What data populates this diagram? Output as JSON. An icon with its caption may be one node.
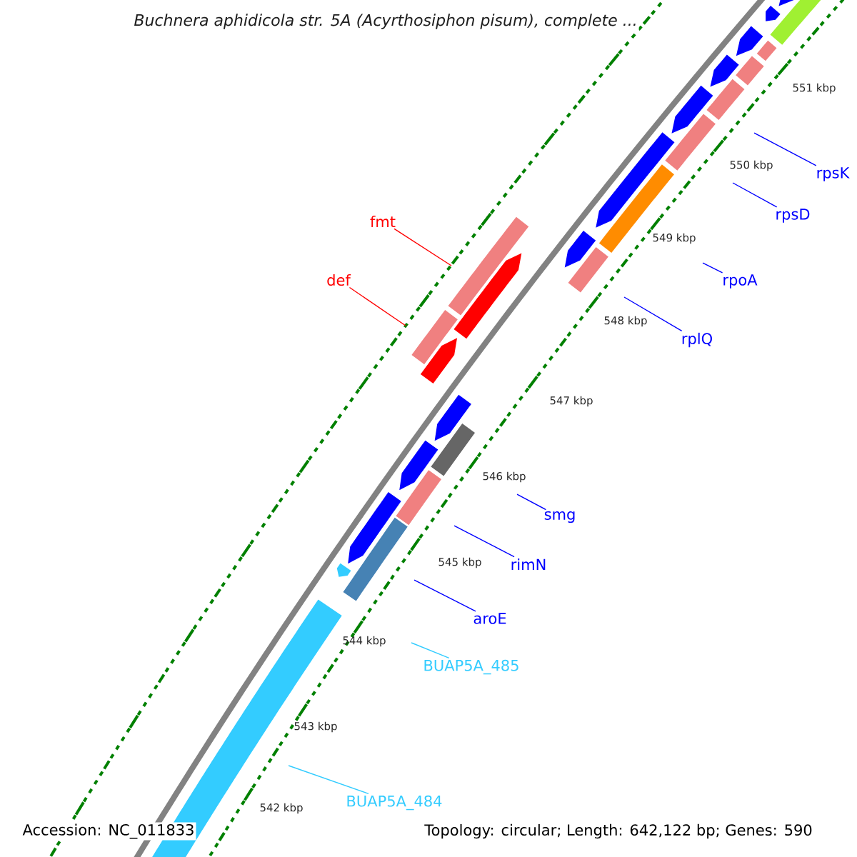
{
  "diagram": {
    "title": "Buchnera aphidicola str. 5A (Acyrthosiphon pisum), complete ...",
    "nodes": [
      {
        "text": [
          "rpsK"
        ]
      },
      {
        "text": [
          "rpsD"
        ]
      },
      {
        "text": [
          "fmt"
        ]
      },
      {
        "text": [
          "def"
        ]
      },
      {
        "text": [
          "rpoA"
        ]
      },
      {
        "text": [
          "rplQ"
        ]
      },
      {
        "text": [
          "smg"
        ]
      },
      {
        "text": [
          "rimN"
        ]
      },
      {
        "text": [
          "aroE"
        ]
      },
      {
        "text": [
          "BUAP5A_485"
        ]
      },
      {
        "text": [
          "BUAP5A_484"
        ]
      }
    ],
    "edges": [
      {
        "from": 0,
        "to": null,
        "arrow": "none"
      },
      {
        "from": 1,
        "to": null,
        "arrow": "none"
      },
      {
        "from": 2,
        "to": null,
        "arrow": "none",
        "color": "#ff0000"
      },
      {
        "from": 3,
        "to": null,
        "arrow": "none",
        "color": "#ff0000"
      },
      {
        "from": 4,
        "to": null,
        "arrow": "none"
      },
      {
        "from": 5,
        "to": null,
        "arrow": "none"
      },
      {
        "from": 6,
        "to": null,
        "arrow": "none"
      },
      {
        "from": 7,
        "to": null,
        "arrow": "none"
      },
      {
        "from": 8,
        "to": null,
        "arrow": "none"
      },
      {
        "from": 9,
        "to": null,
        "arrow": "none",
        "color": "#33ccff"
      },
      {
        "from": 10,
        "to": null,
        "arrow": "none",
        "color": "#33ccff"
      }
    ],
    "labels": [
      "551 kbp",
      "550 kbp",
      "549 kbp",
      "548 kbp",
      "547 kbp",
      "546 kbp",
      "545 kbp",
      "544 kbp",
      "543 kbp",
      "542 kbp",
      "Accession: NC_011833",
      "Topology: circular; Length: 642,122 bp; Genes: 590"
    ]
  }
}
